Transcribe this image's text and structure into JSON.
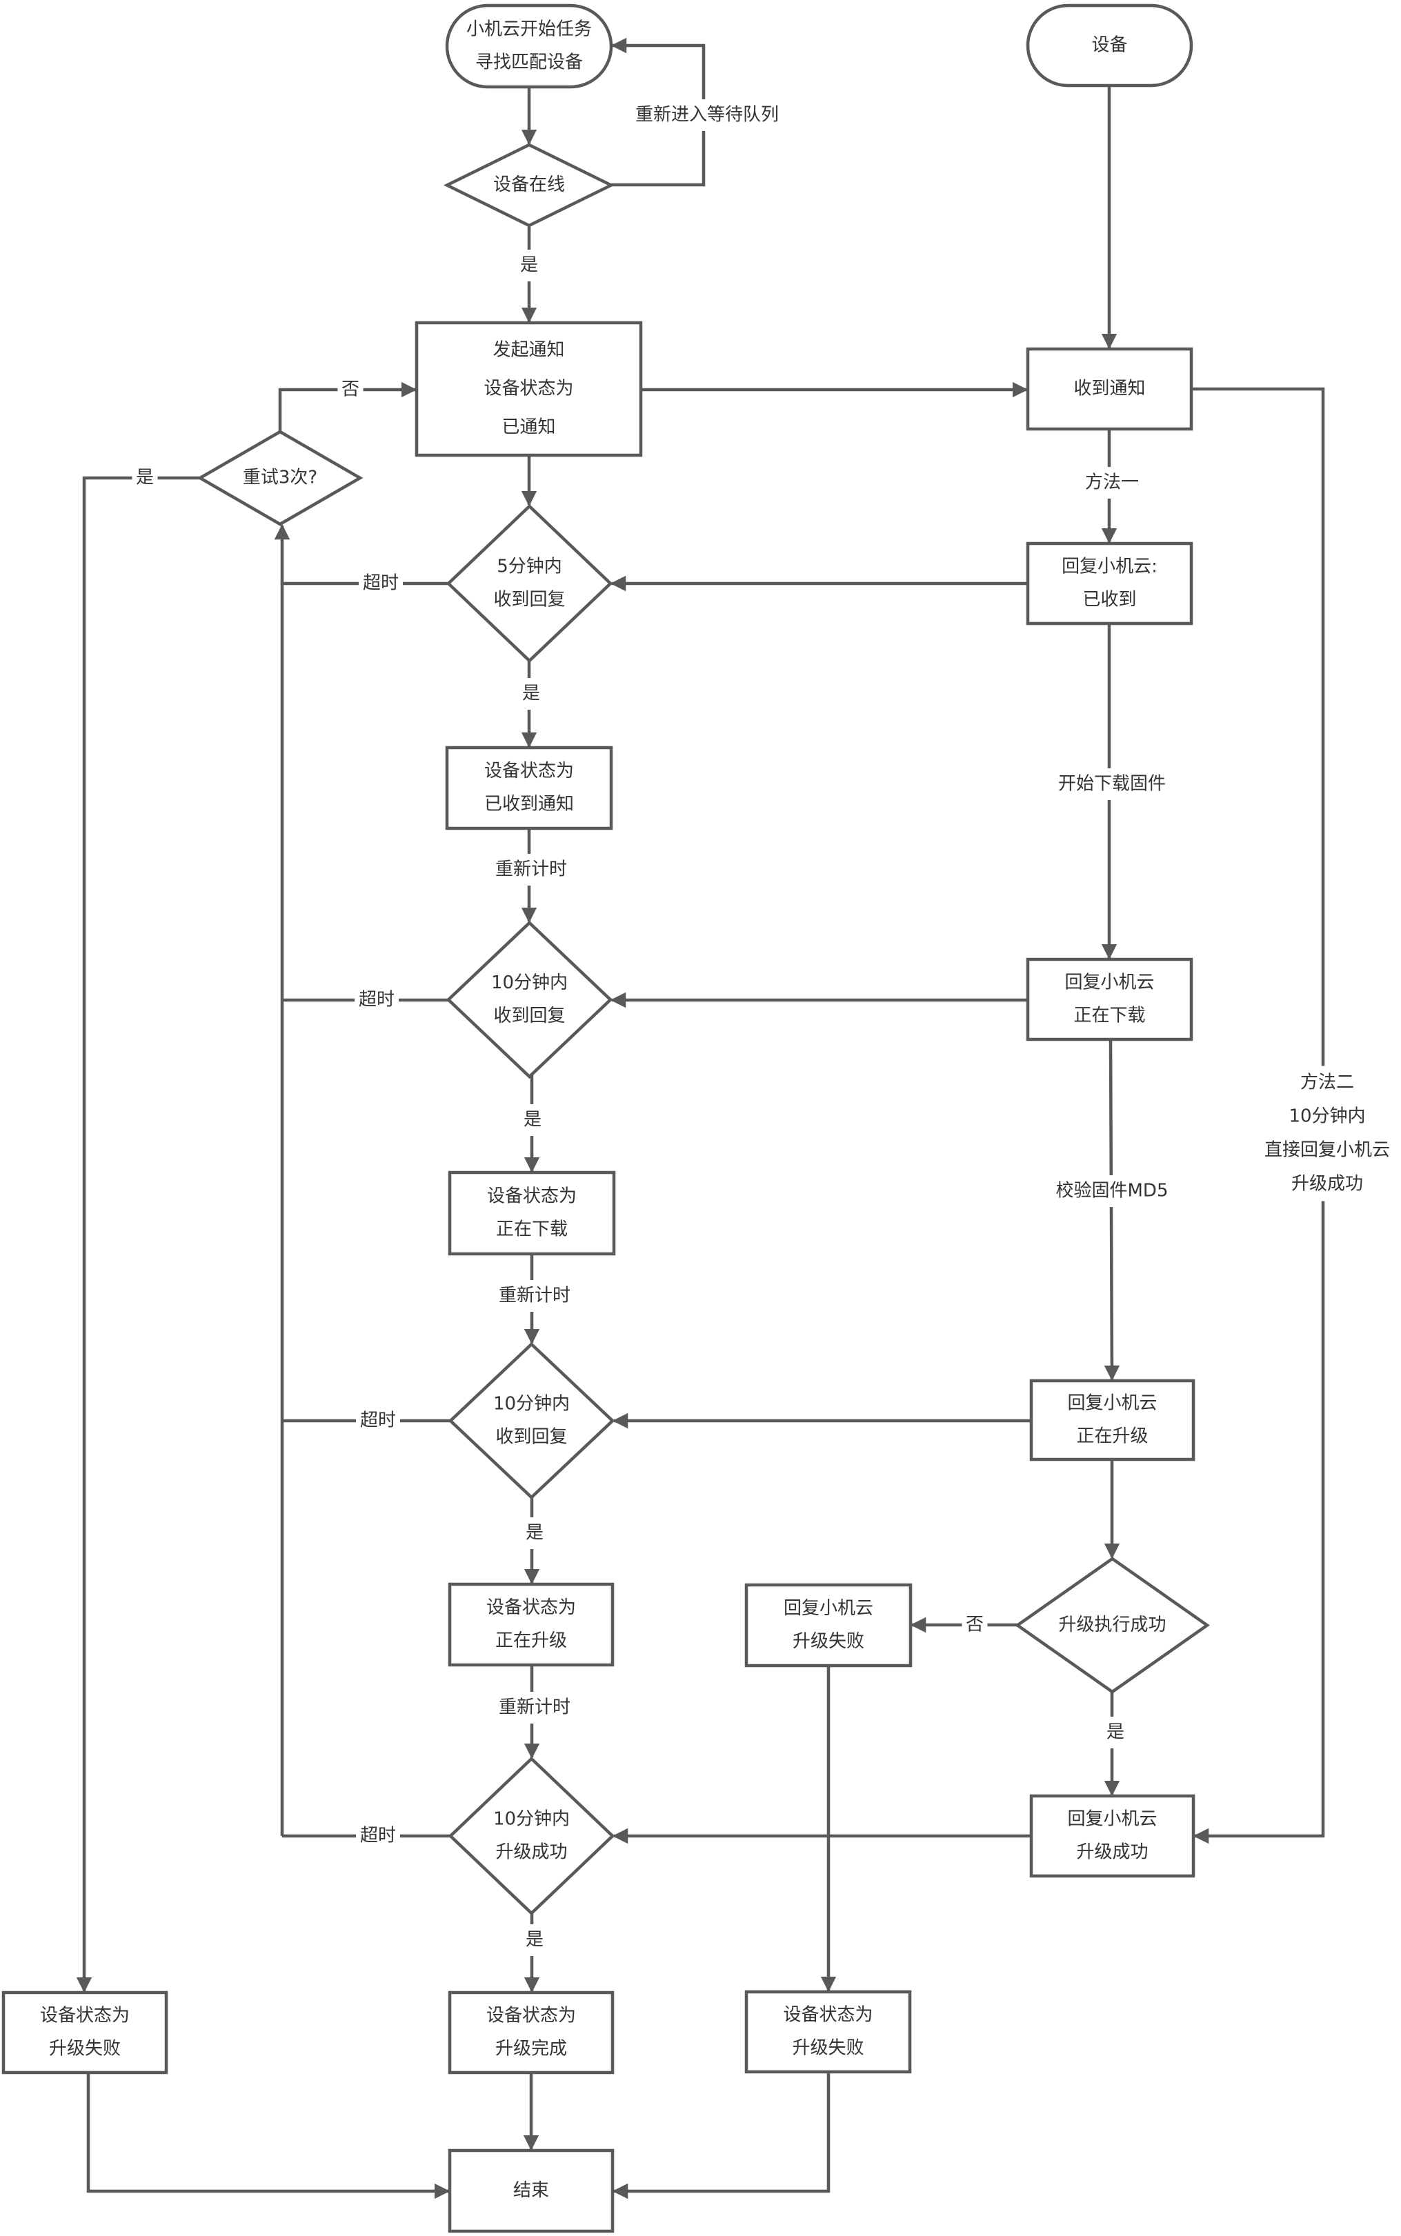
{
  "diagram": {
    "type": "flowchart",
    "colors": {
      "stroke": "#595959",
      "text": "#333333",
      "background": "#ffffff"
    },
    "nodes": [
      {
        "id": "start_cloud",
        "shape": "terminal",
        "lines": [
          "小机云开始任务",
          "寻找匹配设备"
        ]
      },
      {
        "id": "start_device",
        "shape": "terminal",
        "lines": [
          "设备"
        ]
      },
      {
        "id": "d_online",
        "shape": "decision",
        "lines": [
          "设备在线"
        ]
      },
      {
        "id": "p_notify",
        "shape": "process",
        "lines": [
          "发起通知",
          "设备状态为",
          "已通知"
        ]
      },
      {
        "id": "d_retry",
        "shape": "decision",
        "lines": [
          "重试3次?"
        ]
      },
      {
        "id": "d_5min",
        "shape": "decision",
        "lines": [
          "5分钟内",
          "收到回复"
        ]
      },
      {
        "id": "p_received",
        "shape": "process",
        "lines": [
          "设备状态为",
          "已收到通知"
        ]
      },
      {
        "id": "d_10min_a",
        "shape": "decision",
        "lines": [
          "10分钟内",
          "收到回复"
        ]
      },
      {
        "id": "p_downloading",
        "shape": "process",
        "lines": [
          "设备状态为",
          "正在下载"
        ]
      },
      {
        "id": "d_10min_b",
        "shape": "decision",
        "lines": [
          "10分钟内",
          "收到回复"
        ]
      },
      {
        "id": "p_upgrading",
        "shape": "process",
        "lines": [
          "设备状态为",
          "正在升级"
        ]
      },
      {
        "id": "d_10min_c",
        "shape": "decision",
        "lines": [
          "10分钟内",
          "升级成功"
        ]
      },
      {
        "id": "p_done",
        "shape": "process",
        "lines": [
          "设备状态为",
          "升级完成"
        ]
      },
      {
        "id": "p_fail_left",
        "shape": "process",
        "lines": [
          "设备状态为",
          "升级失败"
        ]
      },
      {
        "id": "p_fail_right",
        "shape": "process",
        "lines": [
          "设备状态为",
          "升级失败"
        ]
      },
      {
        "id": "p_end",
        "shape": "process",
        "lines": [
          "结束"
        ]
      },
      {
        "id": "dev_receive",
        "shape": "process",
        "lines": [
          "收到通知"
        ]
      },
      {
        "id": "dev_ack",
        "shape": "process",
        "lines": [
          "回复小机云:",
          "已收到"
        ]
      },
      {
        "id": "dev_downloading",
        "shape": "process",
        "lines": [
          "回复小机云",
          "正在下载"
        ]
      },
      {
        "id": "dev_upgrading",
        "shape": "process",
        "lines": [
          "回复小机云",
          "正在升级"
        ]
      },
      {
        "id": "dev_exec",
        "shape": "decision",
        "lines": [
          "升级执行成功"
        ]
      },
      {
        "id": "dev_fail",
        "shape": "process",
        "lines": [
          "回复小机云",
          "升级失败"
        ]
      },
      {
        "id": "dev_success",
        "shape": "process",
        "lines": [
          "回复小机云",
          "升级成功"
        ]
      }
    ],
    "edge_labels": {
      "requeue": [
        "重新进入等待队列"
      ],
      "online_yes": [
        "是"
      ],
      "retry_no": [
        "否"
      ],
      "retry_yes": [
        "是"
      ],
      "timeout_5": [
        "超时"
      ],
      "yes_5": [
        "是"
      ],
      "retimer_1": [
        "重新计时"
      ],
      "timeout_10a": [
        "超时"
      ],
      "yes_10a": [
        "是"
      ],
      "retimer_2": [
        "重新计时"
      ],
      "timeout_10b": [
        "超时"
      ],
      "yes_10b": [
        "是"
      ],
      "retimer_3": [
        "重新计时"
      ],
      "timeout_10c": [
        "超时"
      ],
      "yes_10c": [
        "是"
      ],
      "method1": [
        "方法一"
      ],
      "start_download": [
        "开始下载固件"
      ],
      "verify_md5": [
        "校验固件MD5"
      ],
      "method2": [
        "方法二",
        "10分钟内",
        "直接回复小机云",
        "升级成功"
      ],
      "exec_no": [
        "否"
      ],
      "exec_yes": [
        "是"
      ]
    }
  }
}
